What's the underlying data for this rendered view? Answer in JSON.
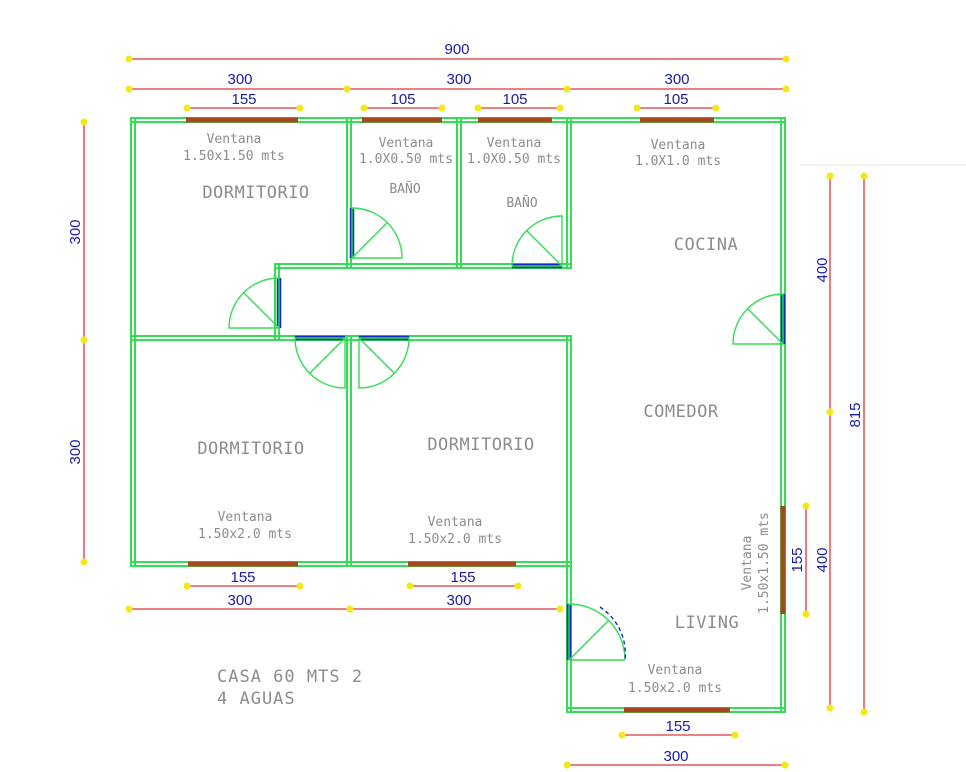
{
  "plan": {
    "title_line1": "CASA 60 MTS 2",
    "title_line2": "4 AGUAS"
  },
  "rooms": {
    "dorm1": "DORMITORIO",
    "bano1": "BAÑO",
    "bano2": "BAÑO",
    "cocina": "COCINA",
    "comedor": "COMEDOR",
    "dorm2": "DORMITORIO",
    "dorm3": "DORMITORIO",
    "living": "LIVING"
  },
  "windows": {
    "w1": {
      "label": "Ventana",
      "size": "1.50x1.50 mts"
    },
    "w2": {
      "label": "Ventana",
      "size": "1.0X0.50 mts"
    },
    "w3": {
      "label": "Ventana",
      "size": "1.0X0.50 mts"
    },
    "w4": {
      "label": "Ventana",
      "size": "1.0X1.0 mts"
    },
    "w5": {
      "label": "Ventana",
      "size": "1.50x2.0 mts"
    },
    "w6": {
      "label": "Ventana",
      "size": "1.50x2.0 mts"
    },
    "w7": {
      "label": "Ventana",
      "size": "1.50x1.50 mts"
    },
    "w8": {
      "label": "Ventana",
      "size": "1.50x2.0 mts"
    }
  },
  "dimensions": {
    "total_width": "900",
    "top_a": "300",
    "top_b": "300",
    "top_c": "300",
    "win_top_1": "155",
    "win_top_2": "105",
    "win_top_3": "105",
    "win_top_4": "105",
    "left_upper": "300",
    "left_lower": "300",
    "right_kitchen": "400",
    "right_total": "815",
    "right_living": "400",
    "win_right": "155",
    "win_bottom_1": "155",
    "win_bottom_2": "155",
    "bottom_a": "300",
    "bottom_b": "300",
    "win_bottom_3": "155",
    "bottom_c": "300"
  },
  "colors": {
    "wall": "#33dd55",
    "dimension_line": "#e0343a",
    "dimension_text": "#1a1aa6",
    "window": "#a8461e",
    "door": "#0b2fb8",
    "label": "#8c8c8c",
    "marker": "#f2e81a"
  }
}
